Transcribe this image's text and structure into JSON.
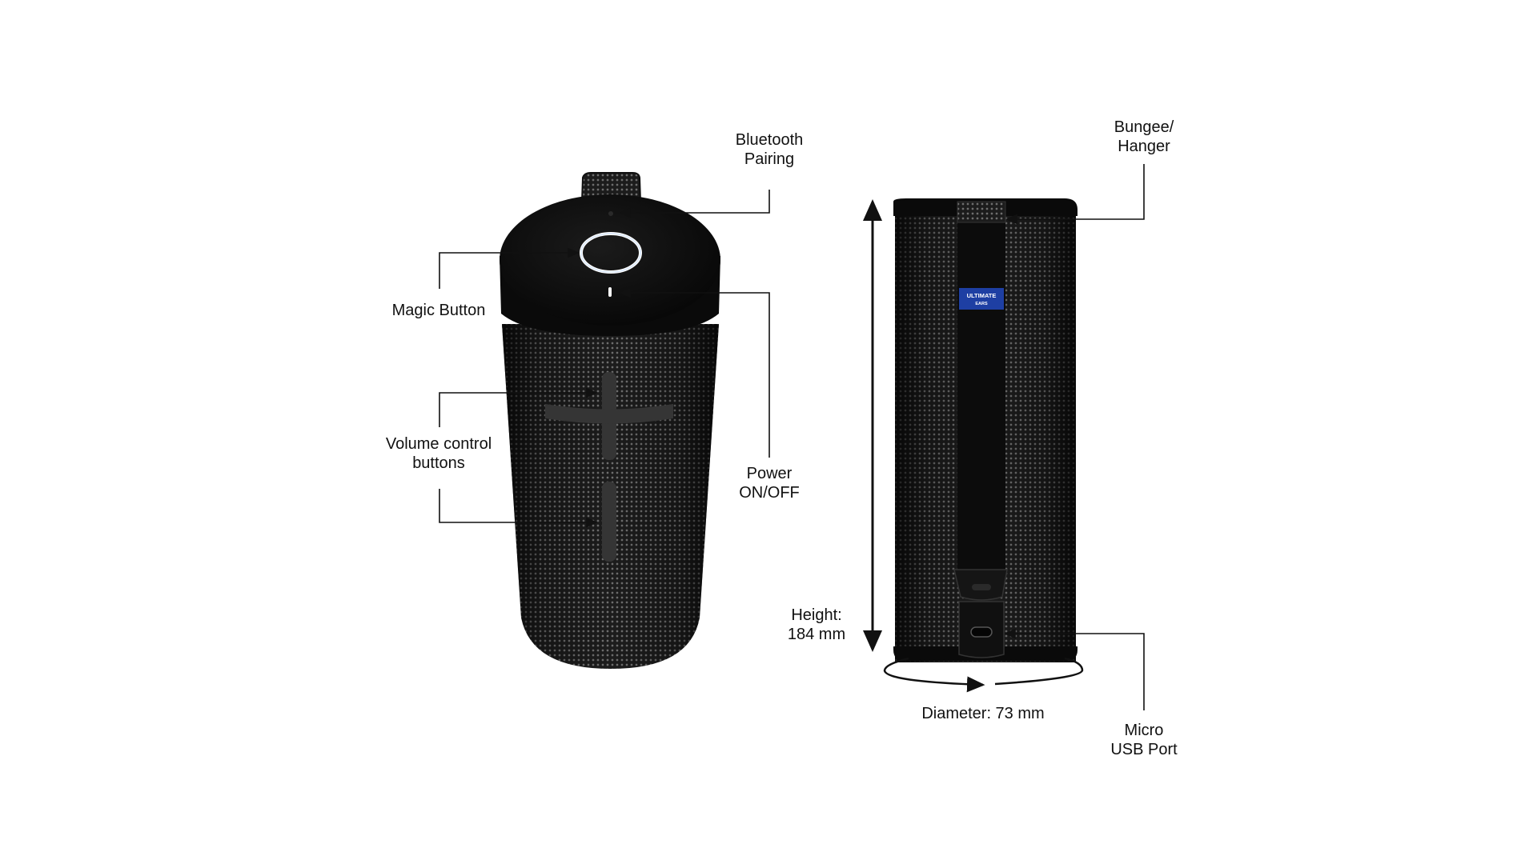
{
  "callouts": {
    "bluetooth_pairing": [
      "Bluetooth",
      "Pairing"
    ],
    "magic_button": [
      "Magic Button"
    ],
    "volume_control_buttons": [
      "Volume control",
      "buttons"
    ],
    "power_on_off": [
      "Power",
      "ON/OFF"
    ],
    "bungee_hanger": [
      "Bungee/",
      "Hanger"
    ],
    "height": [
      "Height:",
      "184 mm"
    ],
    "diameter": [
      "Diameter: 73 mm"
    ],
    "micro_usb_port": [
      "Micro",
      "USB Port"
    ]
  },
  "brand_badge": {
    "line1": "ULTIMATE",
    "line2": "EARS",
    "color": "#1e3fa3"
  },
  "colors": {
    "speaker_body": "#1a1a1a",
    "fabric_dot": "#6e6e6e",
    "cap": "#0b0b0b",
    "leader_line": "#111111",
    "glow_ring": "#ffffff"
  }
}
